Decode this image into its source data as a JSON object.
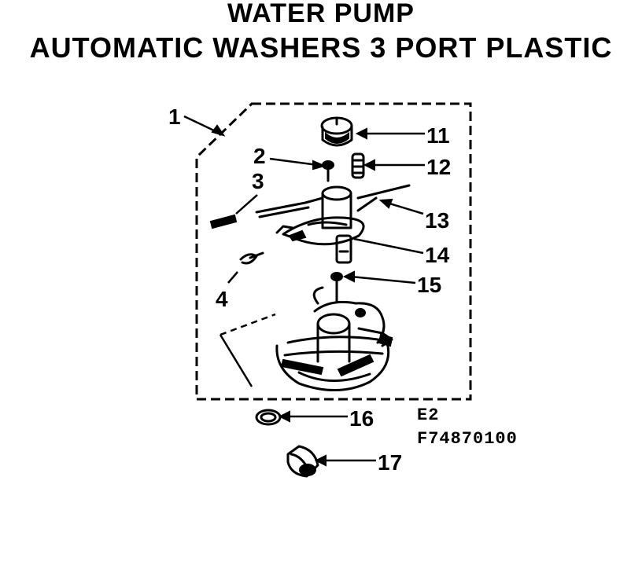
{
  "title": {
    "line1": "WATER PUMP",
    "line2": "AUTOMATIC WASHERS 3 PORT PLASTIC"
  },
  "callouts": {
    "c1": "1",
    "c2": "2",
    "c3": "3",
    "c4": "4",
    "c11": "11",
    "c12": "12",
    "c13": "13",
    "c14": "14",
    "c15": "15",
    "c16": "16",
    "c17": "17"
  },
  "codes": {
    "revision": "E2",
    "diagram_number": "F74870100"
  }
}
